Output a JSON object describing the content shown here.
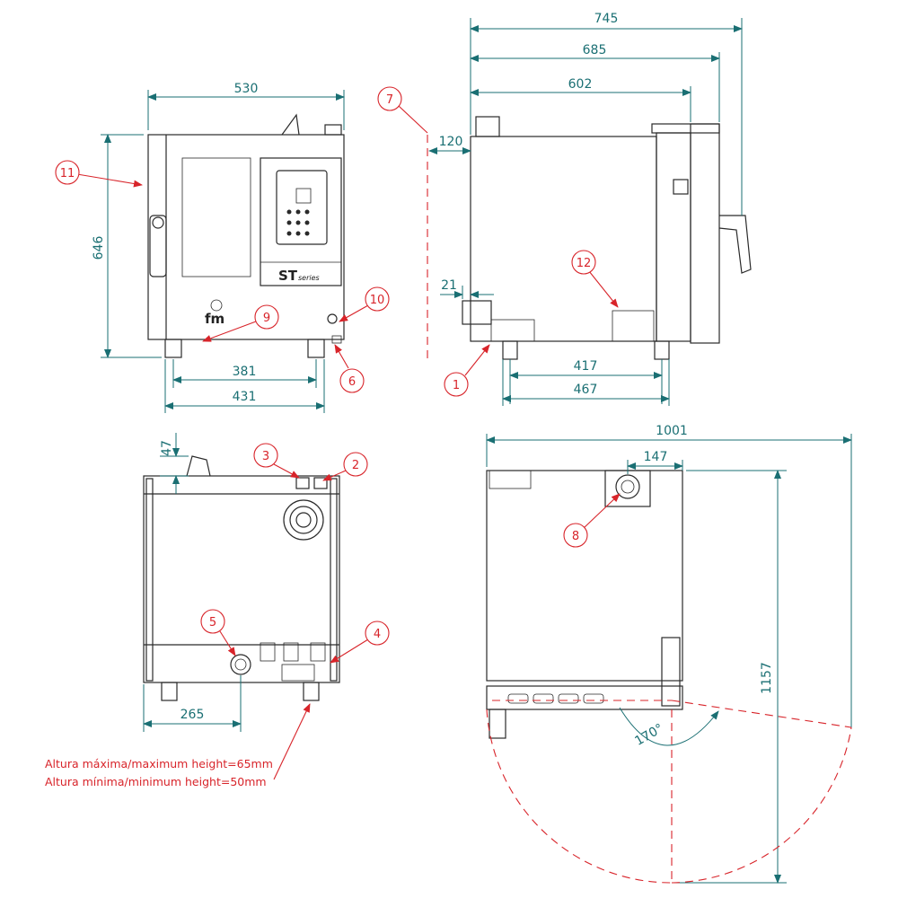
{
  "dimensions": {
    "front_width": "530",
    "front_height": "646",
    "front_feet_inner": "381",
    "front_feet_outer": "431",
    "side_total": "745",
    "side_685": "685",
    "side_602": "602",
    "side_offset": "120",
    "side_21": "21",
    "side_feet_inner": "417",
    "side_feet_outer": "467",
    "rear_top": "47",
    "rear_drain": "265",
    "top_total": "1001",
    "top_147": "147",
    "top_depth": "1157",
    "door_angle": "170°"
  },
  "callouts": [
    "1",
    "2",
    "3",
    "4",
    "5",
    "6",
    "7",
    "8",
    "9",
    "10",
    "11",
    "12"
  ],
  "brand": {
    "logo": "fm",
    "series_st": "ST",
    "series_word": "series"
  },
  "notes": {
    "max_height": "Altura máxima/maximum height=65mm",
    "min_height": "Altura mínima/minimum height=50mm"
  }
}
